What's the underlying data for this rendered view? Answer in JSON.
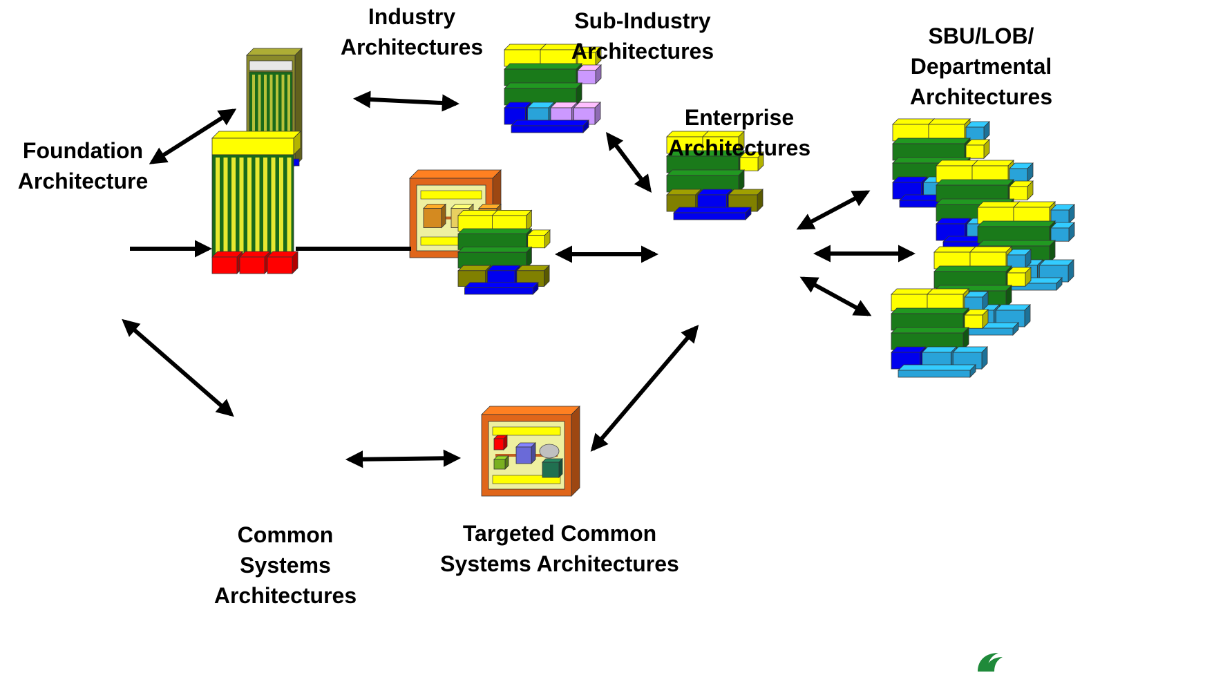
{
  "title": "",
  "labels": {
    "foundation": [
      "Foundation",
      "Architecture"
    ],
    "industry": [
      "Industry",
      "Architectures"
    ],
    "sub_industry": [
      "Sub-Industry",
      "Architectures"
    ],
    "enterprise": [
      "Enterprise",
      "Architectures"
    ],
    "sbu": [
      "SBU/LOB/",
      "Departmental",
      "Architectures"
    ],
    "common": [
      "Common",
      "Systems",
      "Architectures"
    ],
    "targeted": [
      "Targeted Common",
      "Systems Architectures"
    ]
  },
  "colors": {
    "yellow": "#ffff00",
    "green": "#1a7a1a",
    "blue": "#0000ee",
    "light_blue": "#29a3d9",
    "lavender": "#cc99ff",
    "olive": "#808000",
    "red": "#ff0000",
    "orange_frame": "#e0661a",
    "arrow": "#000000"
  },
  "icons": [
    "server-cabinet-icon",
    "backplane-rack-icon",
    "platform-frame-icon",
    "architecture-stack-icon",
    "company-logo-icon"
  ]
}
